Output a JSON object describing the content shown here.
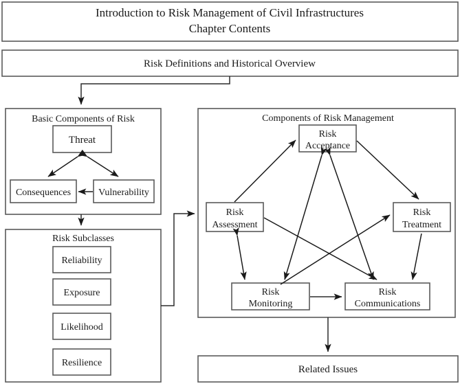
{
  "header": {
    "title_line1": "Introduction to Risk Management of Civil Infrastructures",
    "title_line2": "Chapter Contents"
  },
  "bands": {
    "definitions": "Risk Definitions and Historical Overview",
    "related_issues": "Related Issues"
  },
  "panels": {
    "basic_components": {
      "title": "Basic Components of Risk",
      "nodes": {
        "threat": "Threat",
        "consequences": "Consequences",
        "vulnerability": "Vulnerability"
      }
    },
    "risk_subclasses": {
      "title": "Risk Subclasses",
      "nodes": {
        "reliability": "Reliability",
        "exposure": "Exposure",
        "likelihood": "Likelihood",
        "resilience": "Resilience"
      }
    },
    "risk_management": {
      "title": "Components of Risk Management",
      "nodes": {
        "acceptance_l1": "Risk",
        "acceptance_l2": "Acceptance",
        "assessment_l1": "Risk",
        "assessment_l2": "Assessment",
        "treatment_l1": "Risk",
        "treatment_l2": "Treatment",
        "monitoring_l1": "Risk",
        "monitoring_l2": "Monitoring",
        "communications_l1": "Risk",
        "communications_l2": "Communications"
      }
    }
  },
  "icons": {
    "arrow_head": "arrowhead-icon"
  },
  "colors": {
    "box_stroke": "#595959",
    "connector": "#2b2b2b",
    "text": "#1a1a1a",
    "background": "#ffffff"
  }
}
